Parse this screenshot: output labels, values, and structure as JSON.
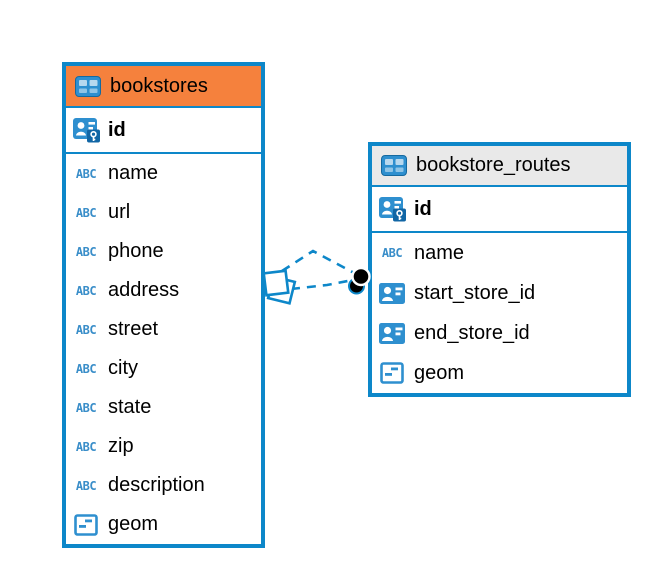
{
  "diagram": {
    "accent_color": "#0d87c9",
    "background_color": "#ffffff",
    "text_color": "#000000",
    "tables": [
      {
        "name": "bookstores",
        "header_color": "#f5813d",
        "header_icon": "table-icon",
        "columns": [
          {
            "name": "id",
            "icon": "primary-key",
            "key": true
          },
          {
            "name": "name",
            "icon": "text-type"
          },
          {
            "name": "url",
            "icon": "text-type"
          },
          {
            "name": "phone",
            "icon": "text-type"
          },
          {
            "name": "address",
            "icon": "text-type"
          },
          {
            "name": "street",
            "icon": "text-type"
          },
          {
            "name": "city",
            "icon": "text-type"
          },
          {
            "name": "state",
            "icon": "text-type"
          },
          {
            "name": "zip",
            "icon": "text-type"
          },
          {
            "name": "description",
            "icon": "text-type"
          },
          {
            "name": "geom",
            "icon": "geometry-type"
          }
        ]
      },
      {
        "name": "bookstore_routes",
        "header_color": "#e9e9e9",
        "header_icon": "table-icon",
        "columns": [
          {
            "name": "id",
            "icon": "primary-key",
            "key": true
          },
          {
            "name": "name",
            "icon": "text-type"
          },
          {
            "name": "start_store_id",
            "icon": "reference"
          },
          {
            "name": "end_store_id",
            "icon": "reference"
          },
          {
            "name": "geom",
            "icon": "geometry-type"
          }
        ]
      }
    ],
    "relationships": [
      {
        "between": [
          "bookstores",
          "bookstore_routes"
        ],
        "line_style": "dashed",
        "left_marker": "square",
        "right_marker": "circle"
      },
      {
        "between": [
          "bookstores",
          "bookstore_routes"
        ],
        "line_style": "dashed",
        "left_marker": "square",
        "right_marker": "circle"
      }
    ],
    "icon_legend": {
      "table-icon": "grid table symbol",
      "primary-key": "id badge with key",
      "text-type": "ABC letters",
      "reference": "id badge",
      "geometry-type": "outlined card with dashes"
    }
  }
}
